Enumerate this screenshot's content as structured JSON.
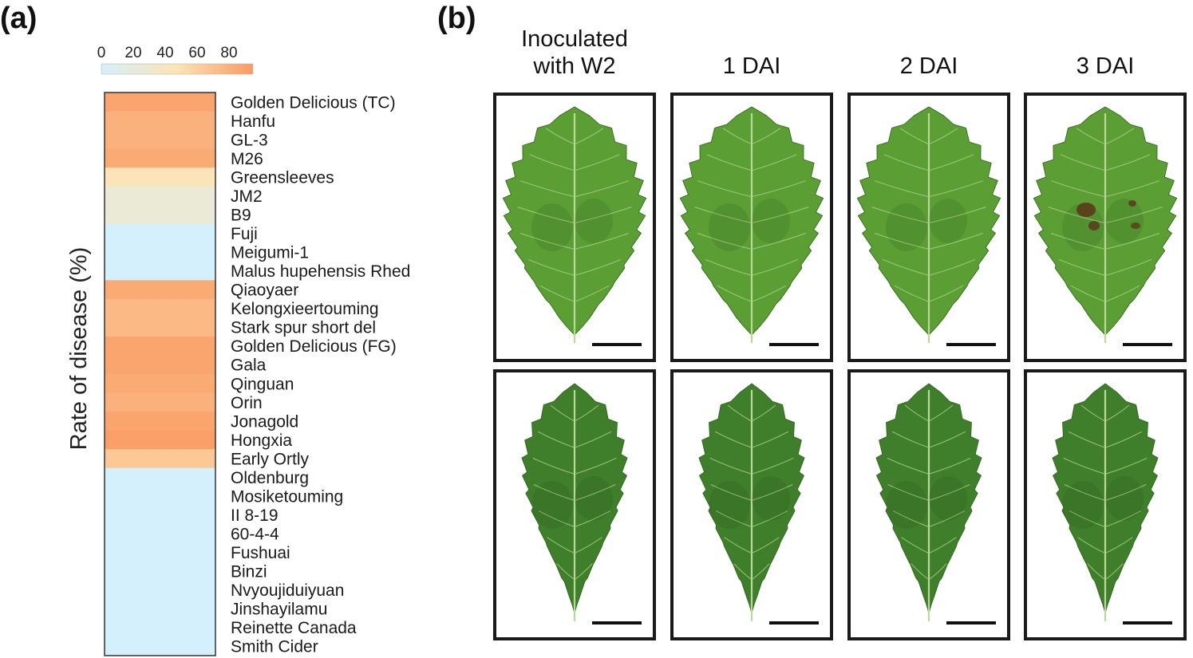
{
  "panels": {
    "a_label": "(a)",
    "b_label": "(b)"
  },
  "chart_data": {
    "type": "heatmap",
    "ylabel": "Rate of disease (%)",
    "colorbar": {
      "ticks": [
        "0",
        "20",
        "40",
        "60",
        "80"
      ],
      "range": [
        0,
        95
      ],
      "colors": [
        "#d4f0fc",
        "#fde4b4",
        "#f99a62"
      ]
    },
    "categories": [
      "Golden Delicious (TC)",
      "Hanfu",
      "GL-3",
      "M26",
      "Greensleeves",
      "JM2",
      "B9",
      "Fuji",
      "Meigumi-1",
      "Malus hupehensis Rhed",
      "Qiaoyaer",
      "Kelongxieertouming",
      "Stark spur short del",
      "Golden Delicious (FG)",
      "Gala",
      "Qinguan",
      "Orin",
      "Jonagold",
      "Hongxia",
      "Early Ortly",
      "Oldenburg",
      "Mosiketouming",
      "II 8-19",
      "60-4-4",
      "Fushuai",
      "Binzi",
      "Nvyoujiduiyuan",
      "Jinshayilamu",
      "Reinette Canada",
      "Smith Cider"
    ],
    "values": [
      88,
      80,
      80,
      85,
      45,
      25,
      25,
      0,
      0,
      0,
      85,
      75,
      75,
      88,
      88,
      85,
      80,
      88,
      92,
      65,
      0,
      0,
      0,
      0,
      0,
      0,
      0,
      0,
      0,
      0
    ]
  },
  "panel_b": {
    "column_titles": [
      [
        "Inoculated",
        "with W2"
      ],
      [
        "1 DAI"
      ],
      [
        "2 DAI"
      ],
      [
        "3 DAI"
      ]
    ],
    "leaf_colors": {
      "top_row": "#5a9e34",
      "bottom_row": "#3f7f2c",
      "lesion": "#5b3a1c"
    }
  }
}
